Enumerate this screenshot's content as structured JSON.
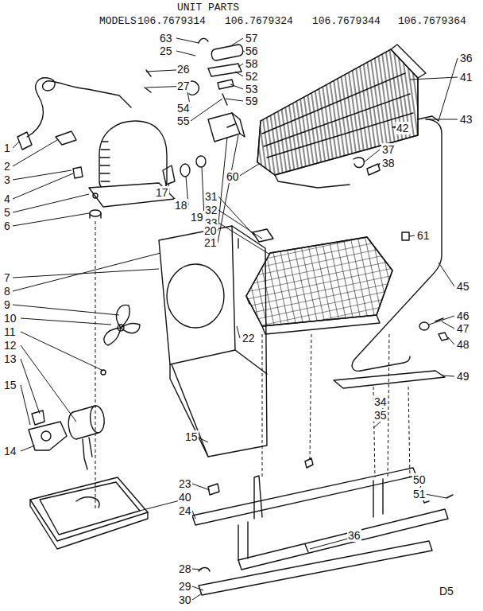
{
  "diagram": {
    "title": "UNIT PARTS",
    "labels": [
      "MODELS",
      "106.7679314",
      "106.7679324",
      "106.7679344",
      "106.7679364",
      "63",
      "25",
      "26",
      "27",
      "54",
      "55",
      "57",
      "56",
      "58",
      "52",
      "53",
      "59",
      "36",
      "41",
      "43",
      "42",
      "37",
      "38",
      "60",
      "31",
      "32",
      "33",
      "61",
      "45",
      "46",
      "47",
      "48",
      "49",
      "1",
      "2",
      "3",
      "4",
      "5",
      "6",
      "17",
      "18",
      "19",
      "20",
      "21",
      "7",
      "8",
      "9",
      "10",
      "11",
      "12",
      "13",
      "15",
      "14",
      "22",
      "15",
      "34",
      "35",
      "23",
      "40",
      "24",
      "36",
      "50",
      "51",
      "28",
      "29",
      "30",
      "D5"
    ]
  }
}
